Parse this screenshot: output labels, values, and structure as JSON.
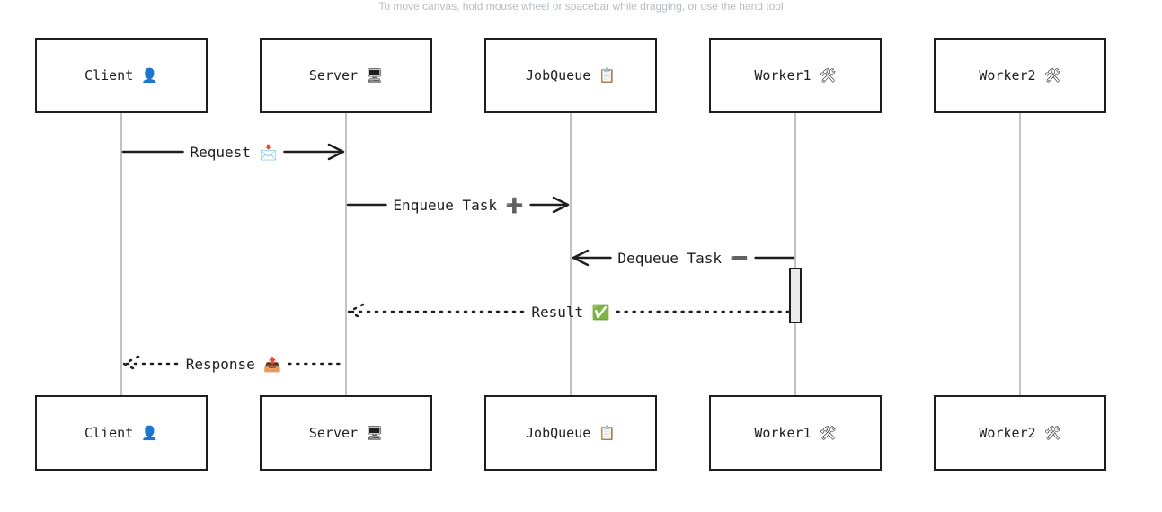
{
  "canvas_hint": "To move canvas, hold mouse wheel or spacebar while dragging, or use the hand tool",
  "participants": [
    {
      "id": "client",
      "label": "Client 👤"
    },
    {
      "id": "server",
      "label": "Server 🖥"
    },
    {
      "id": "jobqueue",
      "label": "JobQueue 📋"
    },
    {
      "id": "worker1",
      "label": "Worker1 🛠"
    },
    {
      "id": "worker2",
      "label": "Worker2 🛠"
    }
  ],
  "messages": [
    {
      "from": 0,
      "to": 1,
      "style": "solid",
      "label": "Request 📩"
    },
    {
      "from": 1,
      "to": 2,
      "style": "solid",
      "label": "Enqueue Task ➕"
    },
    {
      "from": 3,
      "to": 2,
      "style": "solid",
      "label": "Dequeue Task ➖"
    },
    {
      "from": 3,
      "to": 1,
      "style": "dotted",
      "label": "Result ✅"
    },
    {
      "from": 1,
      "to": 0,
      "style": "dotted",
      "label": "Response 📤"
    }
  ],
  "colors": {
    "stroke": "#1e1e1e",
    "lifeline": "#9a9a9a",
    "hint": "#b8bcc6",
    "activation": "#eaeaea"
  }
}
